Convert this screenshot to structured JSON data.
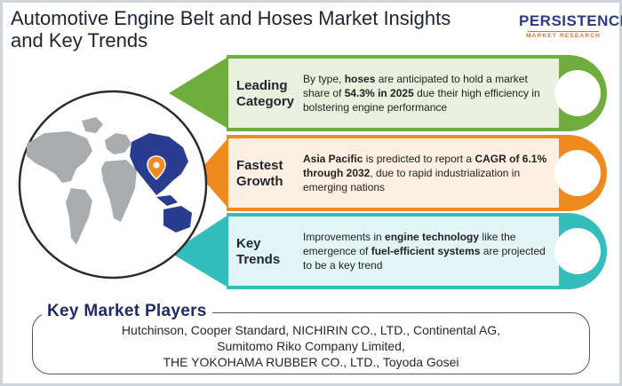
{
  "title": {
    "line1": "Automotive Engine Belt and Hoses Market Insights",
    "line2": "and Key Trends"
  },
  "logo": {
    "word": "PERSISTENCE",
    "tagline": "MARKET RESEARCH"
  },
  "colors": {
    "green": "#6fae3e",
    "orange": "#ef8a1e",
    "teal": "#33bdbb",
    "map_land": "#a8acae",
    "map_highlight": "#2a3c8f"
  },
  "rows": [
    {
      "label_line1": "Leading",
      "label_line2": "Category",
      "t1": "By type, ",
      "b1": "hoses",
      "t2": " are anticipated to hold a market share of ",
      "b2": "54.3% in 2025",
      "t3": " due their high efficiency in bolstering engine performance"
    },
    {
      "label_line1": "Fastest",
      "label_line2": "Growth",
      "b1": "Asia Pacific",
      "t1": " is predicted to report a ",
      "b2": "CAGR of 6.1% through 2032",
      "t2": ", due to rapid industrialization in emerging nations"
    },
    {
      "label_line1": "Key",
      "label_line2": "Trends",
      "t1": "Improvements in ",
      "b1": "engine technology",
      "t2": " like the emergence of ",
      "b2": "fuel-efficient systems",
      "t3": " are projected to be a key trend"
    }
  ],
  "players": {
    "title": "Key Market Players",
    "line1": "Hutchinson, Cooper Standard, NICHIRIN CO., LTD., Continental AG,",
    "line2": "Sumitomo Riko Company Limited,",
    "line3": "THE YOKOHAMA RUBBER CO., LTD., Toyoda Gosei"
  }
}
